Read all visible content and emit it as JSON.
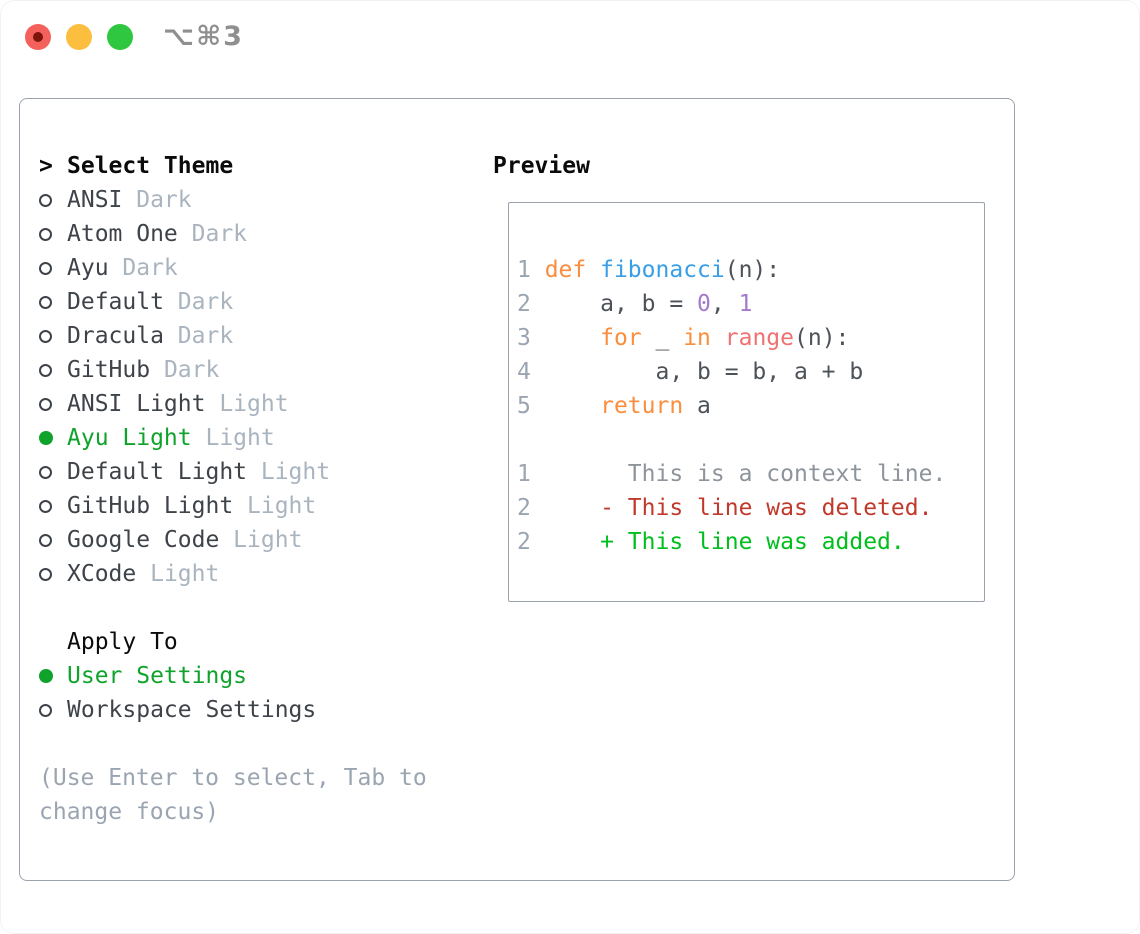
{
  "titlebar": {
    "shortcut": "⌥⌘3"
  },
  "theme_picker": {
    "header": {
      "caret": ">",
      "label": "Select Theme"
    },
    "items": [
      {
        "name": "ANSI",
        "variant": "Dark",
        "selected": false
      },
      {
        "name": "Atom One",
        "variant": "Dark",
        "selected": false
      },
      {
        "name": "Ayu",
        "variant": "Dark",
        "selected": false
      },
      {
        "name": "Default",
        "variant": "Dark",
        "selected": false
      },
      {
        "name": "Dracula",
        "variant": "Dark",
        "selected": false
      },
      {
        "name": "GitHub",
        "variant": "Dark",
        "selected": false
      },
      {
        "name": "ANSI Light",
        "variant": "Light",
        "selected": false
      },
      {
        "name": "Ayu Light",
        "variant": "Light",
        "selected": true
      },
      {
        "name": "Default Light",
        "variant": "Light",
        "selected": false
      },
      {
        "name": "GitHub Light",
        "variant": "Light",
        "selected": false
      },
      {
        "name": "Google Code",
        "variant": "Light",
        "selected": false
      },
      {
        "name": "XCode",
        "variant": "Light",
        "selected": false
      }
    ],
    "apply_to": {
      "label": "Apply To",
      "options": [
        {
          "name": "User Settings",
          "selected": true
        },
        {
          "name": "Workspace Settings",
          "selected": false
        }
      ]
    },
    "hint_lines": [
      "(Use Enter to select, Tab to",
      "change focus)"
    ]
  },
  "preview": {
    "title": "Preview",
    "code_lines": [
      {
        "num": "1",
        "segments": [
          {
            "t": "def",
            "c": "kw"
          },
          {
            "t": " ",
            "c": "code"
          },
          {
            "t": "fibonacci",
            "c": "fn"
          },
          {
            "t": "(n):",
            "c": "code"
          }
        ]
      },
      {
        "num": "2",
        "segments": [
          {
            "t": "    a, b = ",
            "c": "code"
          },
          {
            "t": "0",
            "c": "num"
          },
          {
            "t": ", ",
            "c": "code"
          },
          {
            "t": "1",
            "c": "num"
          }
        ]
      },
      {
        "num": "3",
        "segments": [
          {
            "t": "    ",
            "c": "code"
          },
          {
            "t": "for",
            "c": "kw"
          },
          {
            "t": " _ ",
            "c": "code"
          },
          {
            "t": "in",
            "c": "kw"
          },
          {
            "t": " ",
            "c": "code"
          },
          {
            "t": "range",
            "c": "bi"
          },
          {
            "t": "(n):",
            "c": "code"
          }
        ]
      },
      {
        "num": "4",
        "segments": [
          {
            "t": "        a, b = b, a + b",
            "c": "code"
          }
        ]
      },
      {
        "num": "5",
        "segments": [
          {
            "t": "    ",
            "c": "code"
          },
          {
            "t": "return",
            "c": "kw"
          },
          {
            "t": " a",
            "c": "code"
          }
        ]
      }
    ],
    "diff_lines": [
      {
        "num": "1",
        "segments": [
          {
            "t": "      This is a context line.",
            "c": "ctx"
          }
        ]
      },
      {
        "num": "2",
        "segments": [
          {
            "t": "    - This line was deleted.",
            "c": "del"
          }
        ]
      },
      {
        "num": "2",
        "segments": [
          {
            "t": "    + This line was added.",
            "c": "add"
          }
        ]
      }
    ]
  },
  "colors": {
    "accent_selected": "#0fa32b",
    "diff_added": "#00bf1d",
    "diff_deleted": "#c0392b",
    "diff_context": "#8e949b",
    "syntax_keyword": "#fa8d3e",
    "syntax_function": "#399ee6",
    "syntax_number": "#a37acc",
    "syntax_builtin": "#f07171",
    "syntax_default": "#4c5258",
    "line_number": "#9aa5b1",
    "item_text": "#3e4349",
    "variant_text": "#a9b4bf",
    "hint_text": "#9aa5b1",
    "panel_border": "#9aa3ad",
    "heading_text": "#0b0b0b",
    "traffic_red": "#f4615c",
    "traffic_red_dot": "#7d150c",
    "traffic_yellow": "#fcbe3e",
    "traffic_green": "#2fc640",
    "shortcut_text": "#8f8f8f"
  }
}
